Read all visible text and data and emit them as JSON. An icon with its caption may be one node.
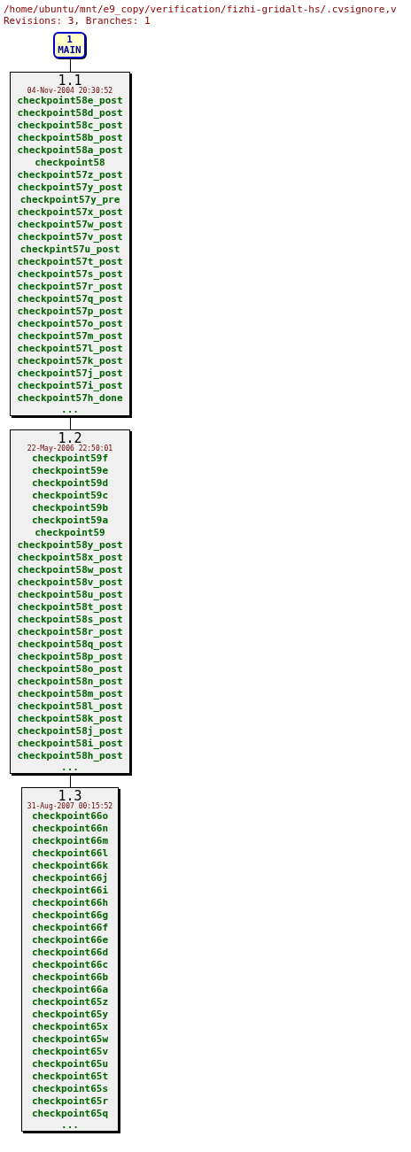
{
  "diagram": {
    "nodes": [
      {
        "text": [
          "1",
          "MAIN"
        ]
      },
      {
        "text": [
          "1.1",
          "04-Nov-2004 20:30:52",
          "checkpoint58e_post",
          "checkpoint58d_post",
          "checkpoint58c_post",
          "checkpoint58b_post",
          "checkpoint58a_post",
          "checkpoint58",
          "checkpoint57z_post",
          "checkpoint57y_post",
          "checkpoint57y_pre",
          "checkpoint57x_post",
          "checkpoint57w_post",
          "checkpoint57v_post",
          "checkpint57u_post",
          "checkpoint57t_post",
          "checkpoint57s_post",
          "checkpoint57r_post",
          "checkpoint57q_post",
          "checkpoint57p_post",
          "checkpoint57o_post",
          "checkpoint57m_post",
          "checkpoint57l_post",
          "checkpoint57k_post",
          "checkpoint57j_post",
          "checkpoint57i_post",
          "checkpoint57h_done",
          "..."
        ]
      },
      {
        "text": [
          "1.2",
          "22-May-2006 22:50:01",
          "checkpoint59f",
          "checkpoint59e",
          "checkpoint59d",
          "checkpoint59c",
          "checkpoint59b",
          "checkpoint59a",
          "checkpoint59",
          "checkpoint58y_post",
          "checkpoint58x_post",
          "checkpoint58w_post",
          "checkpoint58v_post",
          "checkpoint58u_post",
          "checkpoint58t_post",
          "checkpoint58s_post",
          "checkpoint58r_post",
          "checkpoint58q_post",
          "checkpoint58p_post",
          "checkpoint58o_post",
          "checkpoint58n_post",
          "checkpoint58m_post",
          "checkpoint58l_post",
          "checkpoint58k_post",
          "checkpoint58j_post",
          "checkpoint58i_post",
          "checkpoint58h_post",
          "..."
        ]
      },
      {
        "text": [
          "1.3",
          "31-Aug-2007 00:15:52",
          "checkpoint66o",
          "checkpoint66n",
          "checkpoint66m",
          "checkpoint66l",
          "checkpoint66k",
          "checkpoint66j",
          "checkpoint66i",
          "checkpoint66h",
          "checkpoint66g",
          "checkpoint66f",
          "checkpoint66e",
          "checkpoint66d",
          "checkpoint66c",
          "checkpoint66b",
          "checkpoint66a",
          "checkpoint65z",
          "checkpoint65y",
          "checkpoint65x",
          "checkpoint65w",
          "checkpoint65v",
          "checkpoint65u",
          "checkpoint65t",
          "checkpoint65s",
          "checkpoint65r",
          "checkpoint65q",
          "..."
        ]
      }
    ],
    "edges": [
      {
        "from": 0,
        "to": 1,
        "arrow": "none"
      },
      {
        "from": 1,
        "to": 2,
        "arrow": "none"
      },
      {
        "from": 2,
        "to": 3,
        "arrow": "none"
      }
    ],
    "labels": [
      "/home/ubuntu/mnt/e9_copy/verification/fizhi-gridalt-hs/.cvsignore,v",
      "Revisions: 3, Branches: 1"
    ]
  }
}
